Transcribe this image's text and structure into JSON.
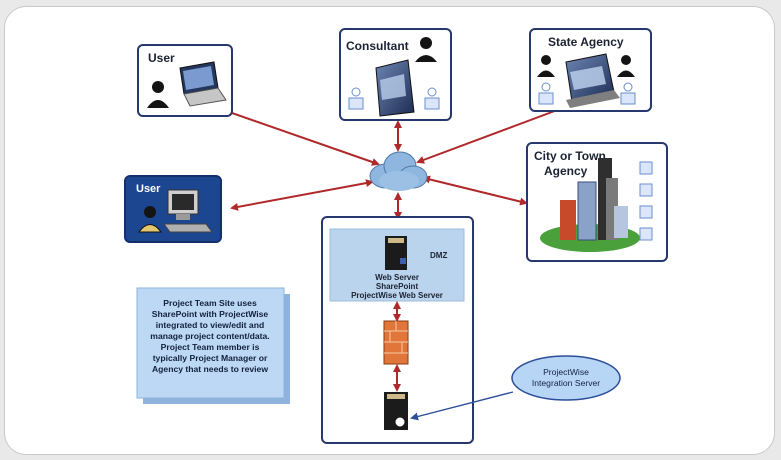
{
  "nodes": {
    "user_top": {
      "label": "User"
    },
    "user_left": {
      "label": "User"
    },
    "consultant": {
      "label": "Consultant"
    },
    "state_agency": {
      "label": "State Agency"
    },
    "city_agency": {
      "label_line1": "City or Town",
      "label_line2": "Agency"
    }
  },
  "server_block": {
    "dmz_label": "DMZ",
    "server_lines": [
      "Web Server",
      "SharePoint",
      "ProjectWise Web Server"
    ]
  },
  "note": {
    "lines": [
      "Project Team Site uses",
      "SharePoint with ProjectWise",
      "integrated to view/edit and",
      "manage project content/data.",
      "Project Team member is",
      "typically Project Manager or",
      "Agency that needs to review"
    ]
  },
  "callout": {
    "lines": [
      "ProjectWise",
      "Integration Server"
    ]
  },
  "colors": {
    "connector": "#b0282a",
    "node_border": "#26386d",
    "cloud": "#8fb6de",
    "dmz_fill": "#b9d4ec",
    "note_fill": "#bcd8f4",
    "callout_fill": "#b7d5f5",
    "callout_border": "#2d4f9a"
  }
}
